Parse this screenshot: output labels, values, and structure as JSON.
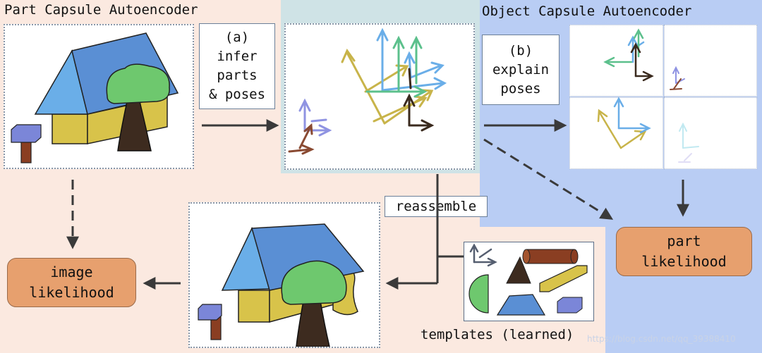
{
  "titles": {
    "part_autoencoder": "Part Capsule Autoencoder",
    "object_autoencoder": "Object Capsule Autoencoder"
  },
  "steps": {
    "infer": {
      "line1": "(a)",
      "line2": "infer",
      "line3": "parts",
      "line4": "& poses"
    },
    "explain": {
      "line1": "(b)",
      "line2": "explain",
      "line3": "poses"
    }
  },
  "labels": {
    "reassemble": "reassemble",
    "templates": "templates (learned)"
  },
  "likelihoods": {
    "part": {
      "line1": "part",
      "line2": "likelihood"
    },
    "image": {
      "line1": "image",
      "line2": "likelihood"
    }
  },
  "watermark": "https://blog.csdn.net/qq_39388410",
  "colors": {
    "part_bg": "#fbe9e0",
    "object_bg": "#b9cdf4",
    "teal_bg": "#cfe3e6",
    "roof": "#5a8fd4",
    "roof_side": "#6aaee8",
    "wall": "#d8c34a",
    "tree_top": "#6ec86e",
    "trunk": "#3d2b1f",
    "hammer_head": "#7b86d8",
    "hammer_handle": "#8a3e22",
    "likelihood_box": "#e7a06e",
    "arrow": "#3a3a3a"
  }
}
